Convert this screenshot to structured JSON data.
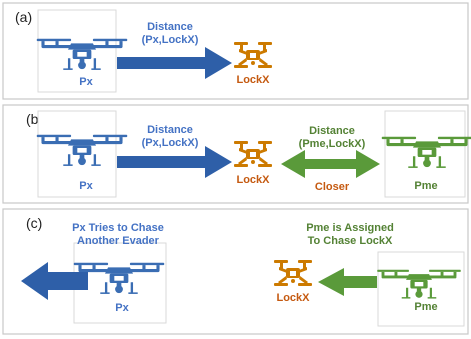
{
  "colors": {
    "blue": "#3a6db3",
    "blue_text": "#4472c4",
    "green": "#5a9a3a",
    "green_text": "#548235",
    "orange": "#cc7a00",
    "orange_text": "#c55a11"
  },
  "icons": {
    "px": "blue-drone-icon",
    "pme": "green-drone-icon",
    "lockx": "orange-drone-icon"
  },
  "panels": [
    {
      "tag": "(a)",
      "px_label": "Px",
      "lockx_label": "LockX",
      "distance_line1": "Distance",
      "distance_line2": "(Px,LockX)"
    },
    {
      "tag": "(b)",
      "px_label": "Px",
      "lockx_label": "LockX",
      "pme_label": "Pme",
      "distance_line1": "Distance",
      "distance_line2": "(Px,LockX)",
      "distance2_line1": "Distance",
      "distance2_line2": "(Pme,LockX)",
      "closer_label": "Closer"
    },
    {
      "tag": "(c)",
      "px_label": "Px",
      "lockx_label": "LockX",
      "pme_label": "Pme",
      "px_caption_line1": "Px Tries to Chase",
      "px_caption_line2": "Another Evader",
      "pme_caption_line1": "Pme is Assigned",
      "pme_caption_line2": "To Chase LockX"
    }
  ]
}
